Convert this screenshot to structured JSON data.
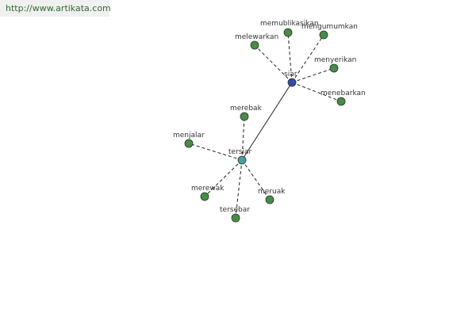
{
  "source_url": "http://www.artikata.com",
  "colors": {
    "hub_siar": "#3848a8",
    "hub_tersiar": "#4aa0a0",
    "leaf": "#4a8a4a"
  },
  "diagram": {
    "hubs": [
      {
        "id": "siar",
        "label": "siar"
      },
      {
        "id": "tersiar",
        "label": "tersiar"
      }
    ],
    "leaves": [
      {
        "id": "memublikasikan",
        "label": "memublikasikan",
        "hub": "siar"
      },
      {
        "id": "mengumumkan",
        "label": "mengumumkan",
        "hub": "siar"
      },
      {
        "id": "melewarkan",
        "label": "melewarkan",
        "hub": "siar"
      },
      {
        "id": "menyerikan",
        "label": "menyerikan",
        "hub": "siar"
      },
      {
        "id": "menebarkan",
        "label": "menebarkan",
        "hub": "siar"
      },
      {
        "id": "merebak",
        "label": "merebak",
        "hub": "tersiar"
      },
      {
        "id": "menjalar",
        "label": "menjalar",
        "hub": "tersiar"
      },
      {
        "id": "merewak",
        "label": "merewak",
        "hub": "tersiar"
      },
      {
        "id": "meruak",
        "label": "meruak",
        "hub": "tersiar"
      },
      {
        "id": "tersebar",
        "label": "tersebar",
        "hub": "tersiar"
      }
    ],
    "links": [
      {
        "from": "siar",
        "to": "tersiar"
      }
    ]
  }
}
